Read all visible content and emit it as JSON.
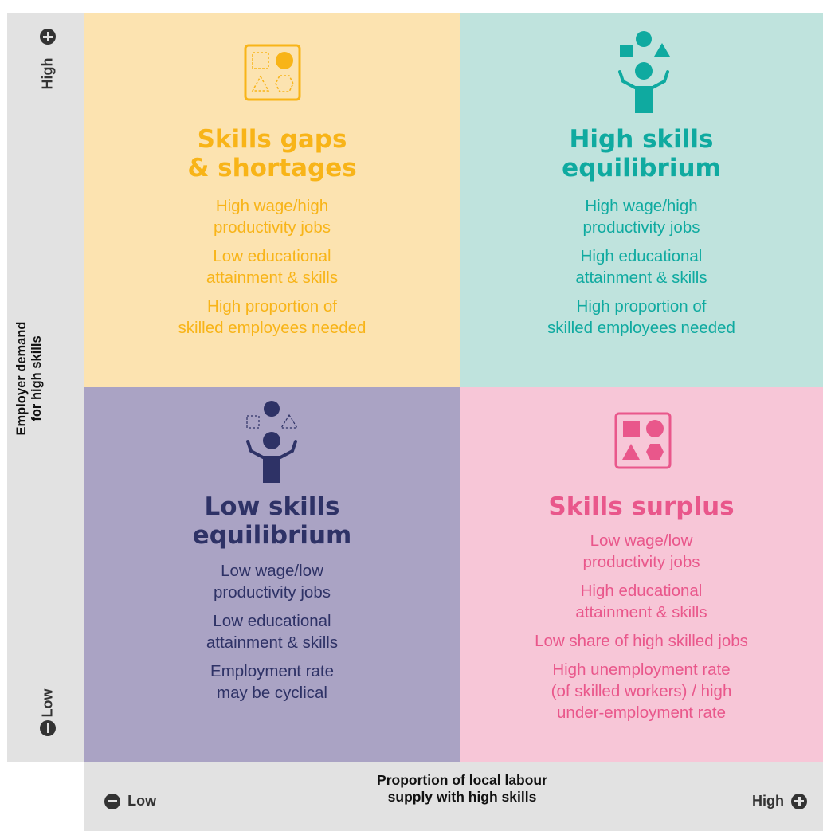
{
  "axes": {
    "y_title": "Employer demand\nfor  high skills",
    "y_high": "High",
    "y_low": "Low",
    "x_title": "Proportion of local labour\nsupply with high skills",
    "x_low": "Low",
    "x_high": "High"
  },
  "quadrants": {
    "top_left": {
      "title": "Skills gaps\n& shortages",
      "items": [
        "High wage/high\nproductivity jobs",
        "Low educational\nattainment & skills",
        "High proportion of\nskilled employees needed"
      ],
      "color": "#f8b418",
      "background": "#fce3b0",
      "icon": "shapes-box-icon"
    },
    "top_right": {
      "title": "High skills\nequilibrium",
      "items": [
        "High wage/high\nproductivity jobs",
        "High educational\nattainment & skills",
        "High proportion of\nskilled employees needed"
      ],
      "color": "#0faaa0",
      "background": "#bfe3dd",
      "icon": "juggler-icon"
    },
    "bottom_left": {
      "title": "Low skills\nequilibrium",
      "items": [
        "Low wage/low\nproductivity jobs",
        "Low educational\nattainment & skills",
        "Employment rate\nmay be cyclical"
      ],
      "color": "#2e3266",
      "background": "#aaa3c4",
      "icon": "juggler-icon"
    },
    "bottom_right": {
      "title": "Skills surplus",
      "items": [
        "Low wage/low\nproductivity jobs",
        "High educational\nattainment & skills",
        "Low share of high skilled jobs",
        "High unemployment rate\n(of skilled workers) / high\nunder-employment rate"
      ],
      "color": "#e9578b",
      "background": "#f7c6d7",
      "icon": "shapes-box-icon"
    }
  }
}
